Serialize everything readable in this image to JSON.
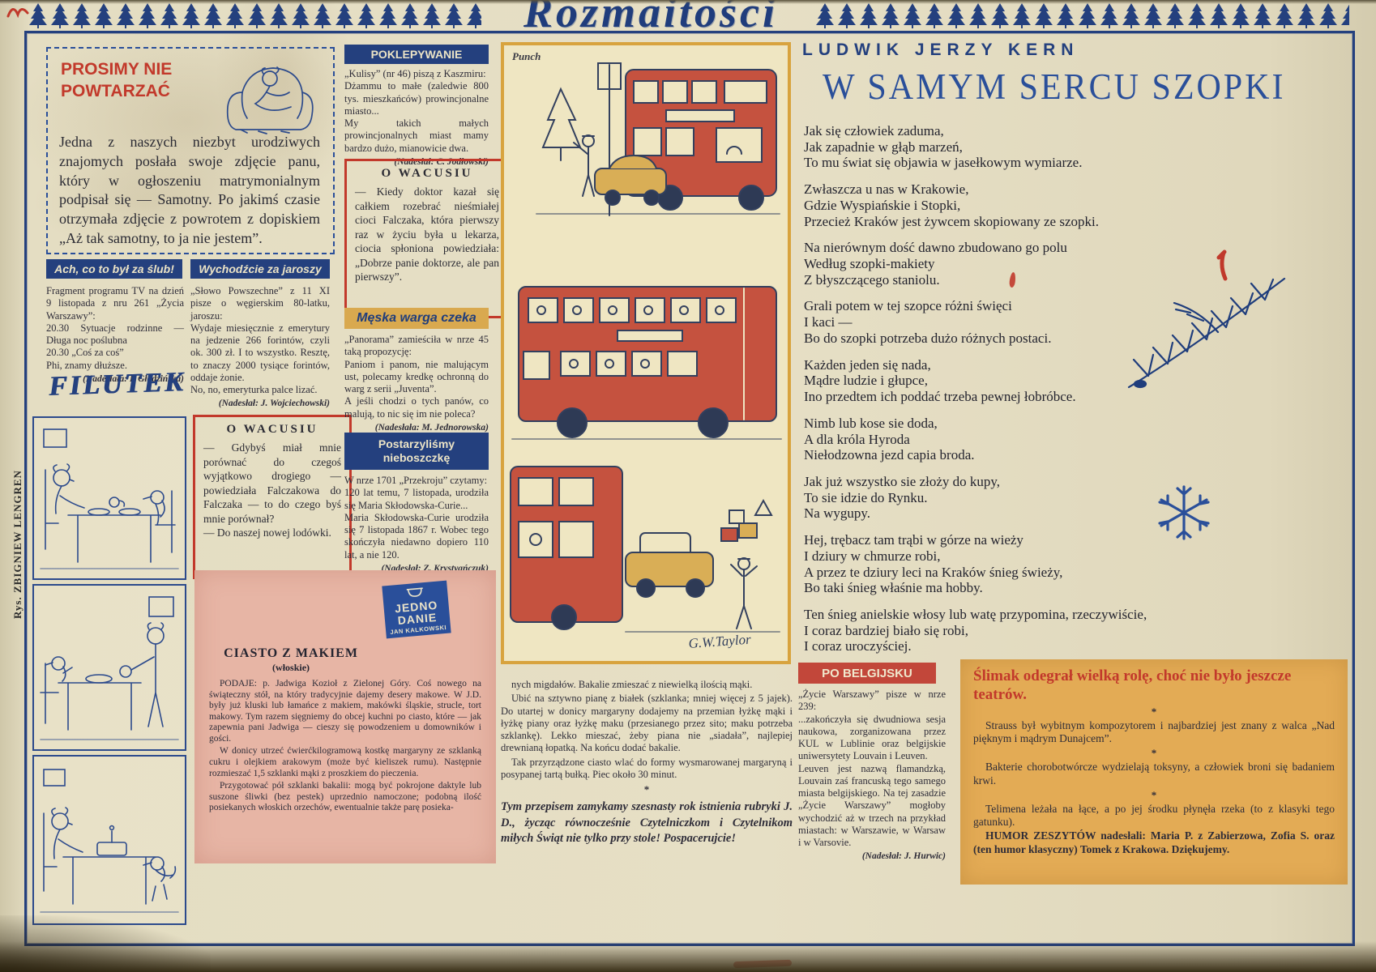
{
  "masthead": {
    "title": "Rozmaitości",
    "credit_vertical": "Rys. ZBIGNIEW LENGREN"
  },
  "colors": {
    "ink_blue": "#24407e",
    "ink_red": "#c2392b",
    "paper": "#e6dfc4",
    "pink_box": "#e7b5a5",
    "orange_box": "#e3ab55",
    "bus_red": "#c5523f",
    "car_yellow": "#d9ae56",
    "cartoon_border": "#d8a33e"
  },
  "misc": {
    "asterisk": "*"
  },
  "prosimy": {
    "title": "PROSIMY NIE\nPOWTARZAĆ",
    "body": "Jedna z naszych niezbyt urodziwych znajomych posłała swoje zdjęcie panu, który w ogłoszeniu matrymonialnym podpisał się — Samotny. Po jakimś czasie otrzymała zdjęcie z powrotem z dopiskiem „Aż tak samotny, to ja nie jestem”."
  },
  "slub": {
    "title": "Ach, co to był za ślub!",
    "body": "Fragment programu TV na dzień 9 listopada z nru 261 „Życia Warszawy”:\n20.30 Sytuacje rodzinne — Długa noc poślubna\n20.30 „Coś za coś”\nPhi, znamy dłuższe.",
    "credit": "(Nadesłała: I. Gładzińska)"
  },
  "jaroszy": {
    "title": "Wychodźcie za jaroszy",
    "body": "„Słowo Powszechne” z 11 XI pisze o węgierskim 80-latku, jaroszu:\nWydaje miesięcznie z emerytury na jedzenie 266 forintów, czyli ok. 300 zł. I to wszystko. Resztę, to znaczy 2000 tysiące forintów, oddaje żonie.\nNo, no, emeryturka palce lizać.",
    "credit": "(Nadesłał: J. Wojciechowski)"
  },
  "filutek": {
    "logo": "FILUTEK"
  },
  "wacusiu1": {
    "title": "O WACUSIU",
    "body": "— Gdybyś miał mnie porównać do czegoś wyjątkowo drogiego — powiedziała Falczakowa do Falczaka — to do czego byś mnie porównał?\n— Do naszej nowej lodówki."
  },
  "poklepywanie": {
    "title": "POKLEPYWANIE",
    "body": "„Kulisy” (nr 46) piszą z Kaszmiru:\nDżammu to małe (zaledwie 800 tys. mieszkańców) prowincjonalne miasto...\nMy takich małych prowincjonalnych miast mamy bardzo dużo, mianowicie dwa.",
    "credit": "(Nadesłał: C. Jodłowski)"
  },
  "wacusiu2": {
    "title": "O WACUSIU",
    "body": "— Kiedy doktor kazał się całkiem rozebrać nieśmiałej cioci Falczaka, która pierwszy raz w życiu była u lekarza, ciocia spłoniona powiedziała: „Dobrze panie doktorze, ale pan pierwszy”."
  },
  "meska": {
    "title": "Męska warga czeka",
    "body": "„Panorama” zamieściła w nrze 45 taką propozycję:\nPaniom i panom, nie malującym ust, polecamy kredkę ochronną do warg z serii „Juventa”.\nA jeśli chodzi o tych panów, co malują, to nic się im nie poleca?",
    "credit": "(Nadesłała: M. Jednorowska)"
  },
  "postarzylismy": {
    "title": "Postarzyliśmy\nnieboszczkę",
    "body": "W nrze 1701 „Przekroju” czytamy:\n120 lat temu, 7 listopada, urodziła się Maria Skłodowska-Curie...\nMaria Skłodowska-Curie urodziła się 7 listopada 1867 r. Wobec tego skończyła niedawno dopiero 110 lat, a nie 120.",
    "credit": "(Nadesłał: Z. Krystyańczuk)"
  },
  "ciasto": {
    "title": "CIASTO Z MAKIEM",
    "subtitle": "(włoskie)",
    "stamp_line1": "JEDNO",
    "stamp_line2": "DANIE",
    "stamp_line3": "JAN KALKOWSKI",
    "p1": "PODAJE: p. Jadwiga Kozioł z Zielonej Góry. Coś nowego na świąteczny stół, na który tradycyjnie dajemy desery makowe. W J.D. były już kluski lub łamańce z makiem, makówki śląskie, strucle, tort makowy. Tym razem sięgniemy do obcej kuchni po ciasto, które — jak zapewnia pani Jadwiga — cieszy się powodzeniem u domowników i gości.",
    "p2": "W donicy utrzeć ćwierćkilogramową kostkę margaryny ze szklanką cukru i olejkiem arakowym (może być kieliszek rumu). Następnie rozmieszać 1,5 szklanki mąki z proszkiem do pieczenia.",
    "p3": "Przygotować pół szklanki bakalii: mogą być pokrojone daktyle lub suszone śliwki (bez pestek) uprzednio namoczone; podobną ilość posiekanych włoskich orzechów, ewentualnie także parę posieka-"
  },
  "ciasto_cd": {
    "p1": "nych migdałów. Bakalie zmieszać z niewielką ilością mąki.",
    "p2": "Ubić na sztywno pianę z białek (szklanka; mniej więcej z 5 jajek). Do utartej w donicy margaryny dodajemy na przemian łyżkę mąki i łyżkę piany oraz łyżkę maku (przesianego przez sito; maku potrzeba szklankę). Lekko mieszać, żeby piana nie „siadała”, najlepiej drewnianą łopatką. Na końcu dodać bakalie.",
    "p3": "Tak przyrządzone ciasto wlać do formy wysmarowanej margaryną i posypanej tartą bułką. Piec około 30 minut.",
    "closing": "Tym przepisem zamykamy szesnasty rok istnienia rubryki J. D., życząc równocześnie Czytelniczkom i Czytelnikom miłych Świąt nie tylko przy stole! Pospacerujcie!"
  },
  "cartoon": {
    "label": "Punch",
    "signature": "G.W.Taylor"
  },
  "kern": {
    "byline": "LUDWIK JERZY KERN",
    "title": "W SAMYM SERCU SZOPKI",
    "stanzas": [
      "Jak się człowiek zaduma,\nJak zapadnie w głąb marzeń,\nTo mu świat się objawia w jasełkowym wymiarze.",
      "Zwłaszcza u nas w Krakowie,\nGdzie Wyspiańskie i Stopki,\nPrzecież Kraków jest żywcem skopiowany ze szopki.",
      "Na nierównym dość dawno zbudowano go polu\nWedług szopki-makiety\nZ błyszczącego staniolu.",
      "Grali potem w tej szopce różni święci\nI kaci —\nBo do szopki potrzeba dużo różnych postaci.",
      "Każden jeden się nada,\nMądre ludzie i głupce,\nIno przedtem ich poddać trzeba pewnej łobróbce.",
      "Nimb lub kose sie doda,\nA dla króla Hyroda\nNiełodzowna jezd capia broda.",
      "Jak już wszystko sie złoży do kupy,\nTo sie idzie do Rynku.\nNa wygupy.",
      "Hej, trębacz tam trąbi w górze na wieży\nI dziury w chmurze robi,\nA przez te dziury leci na Kraków śnieg świeży,\nBo taki śnieg właśnie ma hobby.",
      "Ten śnieg anielskie włosy lub watę przypomina, rzeczywiście,\nI coraz bardziej biało się robi,\nI coraz uroczyściej."
    ]
  },
  "belgijsku": {
    "title": "PO BELGIJSKU",
    "body": "„Życie Warszawy” pisze w nrze 239:\n...zakończyła się dwudniowa sesja naukowa, zorganizowana przez KUL w Lublinie oraz belgijskie uniwersytety Louvain i Leuven.\nLeuven jest nazwą flamandzką, Louvain zaś francuską tego samego miasta belgijskiego. Na tej zasadzie „Życie Warszawy” mogłoby wychodzić aż w trzech na przykład miastach: w Warszawie, w Warsaw i w Varsovie.",
    "credit": "(Nadesłał: J. Hurwic)"
  },
  "slimak": {
    "title": "Ślimak odegrał wielką rolę, choć nie było jeszcze teatrów.",
    "p1": "Strauss był wybitnym kompozytorem i najbardziej jest znany z walca „Nad pięknym i mądrym Dunajcem”.",
    "p2": "Bakterie chorobotwórcze wydzielają toksyny, a człowiek broni się badaniem krwi.",
    "p3": "Telimena leżała na łące, a po jej środku płynęła rzeka (to z klasyki tego gatunku).",
    "p4": "HUMOR ZESZYTÓW nadesłali: Maria P. z Zabierzowa, Zofia S. oraz (ten humor klasyczny) Tomek z Krakowa. Dziękujemy."
  }
}
